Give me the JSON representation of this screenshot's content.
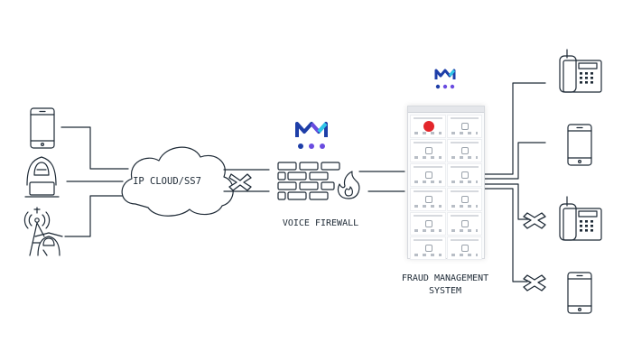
{
  "diagram": {
    "cloud_label": "IP CLOUD/SS7",
    "firewall_label": "VOICE FIREWALL",
    "fms_label_line1": "FRAUD MANAGEMENT",
    "fms_label_line2": "SYSTEM"
  },
  "colors": {
    "stroke": "#1e2a36",
    "brand_blue": "#1e3ea8",
    "brand_purple": "#6a4ce0",
    "brand_cyan": "#2fc6e8",
    "alert_red": "#e3262b"
  },
  "icons": {
    "left_sources": [
      "smartphone-icon",
      "hacker-icon",
      "cell-tower-icon"
    ],
    "middle": [
      "cloud-icon",
      "block-x-icon",
      "firewall-icon",
      "brand-logo-icon",
      "dashboard-screen-icon"
    ],
    "right_targets": [
      "desk-phone-icon",
      "smartphone-icon",
      "desk-phone-icon",
      "smartphone-icon"
    ]
  }
}
